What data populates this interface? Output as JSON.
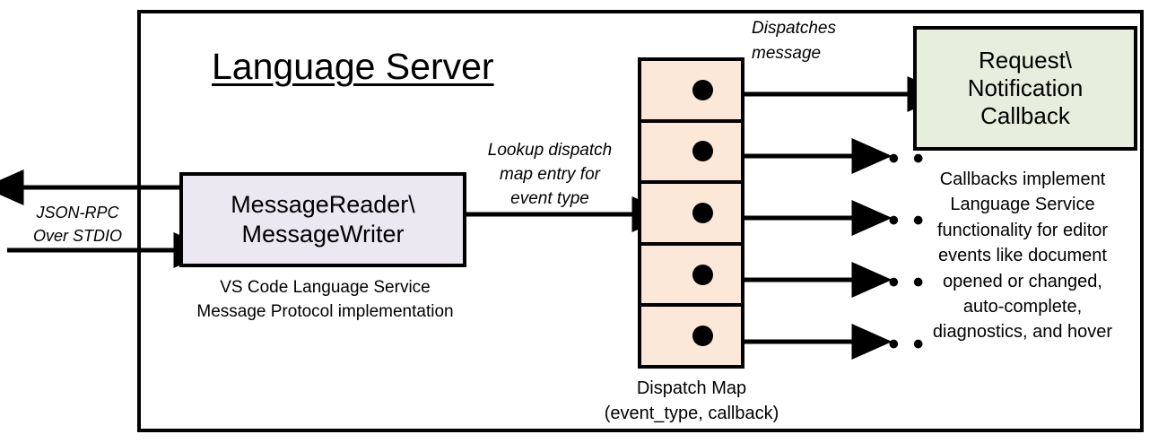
{
  "diagram": {
    "title": "Language Server",
    "message_reader": {
      "line1": "MessageReader\\",
      "line2": "MessageWriter",
      "caption_line1": "VS Code Language Service",
      "caption_line2": "Message Protocol implementation"
    },
    "transport_label": {
      "line1": "JSON-RPC",
      "line2": "Over STDIO"
    },
    "lookup_label": {
      "line1": "Lookup dispatch",
      "line2": "map entry for",
      "line3": "event type"
    },
    "dispatches_label": {
      "line1": "Dispatches",
      "line2": "message"
    },
    "dispatch_map": {
      "caption_line1": "Dispatch Map",
      "caption_line2": "(event_type, callback)",
      "rows": [
        {
          "id": "row-1",
          "target": "Request\\Notification Callback"
        },
        {
          "id": "row-2",
          "target": "..."
        },
        {
          "id": "row-3",
          "target": "..."
        },
        {
          "id": "row-4",
          "target": "..."
        },
        {
          "id": "row-5",
          "target": "..."
        }
      ],
      "ellipsis": "• • •"
    },
    "callback_box": {
      "line1": "Request\\",
      "line2": "Notification",
      "line3": "Callback",
      "caption_line1": "Callbacks implement",
      "caption_line2": "Language Service",
      "caption_line3": "functionality for editor",
      "caption_line4": "events like document",
      "caption_line5": "opened or changed,",
      "caption_line6": "auto-complete,",
      "caption_line7": "diagnostics, and hover"
    },
    "colors": {
      "message_reader_fill": "#ebe8f2",
      "dispatch_map_fill": "#fce8d9",
      "callback_fill": "#e8eede",
      "stroke": "#000000",
      "background": "#ffffff"
    }
  }
}
